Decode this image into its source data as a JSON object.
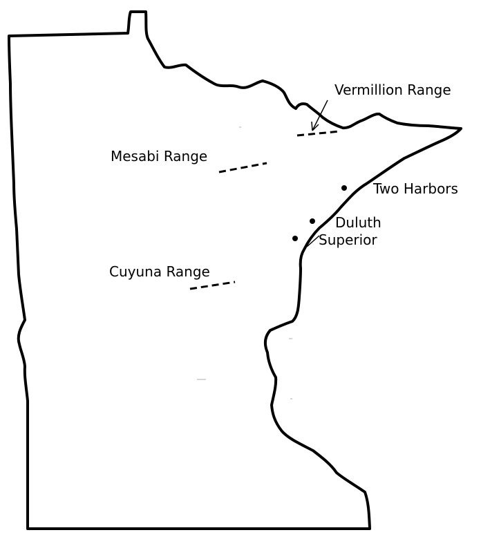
{
  "map": {
    "ranges": {
      "vermillion": "Vermillion Range",
      "mesabi": "Mesabi Range",
      "cuyuna": "Cuyuna Range"
    },
    "cities": {
      "two_harbors": "Two Harbors",
      "duluth": "Duluth",
      "superior": "Superior"
    }
  }
}
